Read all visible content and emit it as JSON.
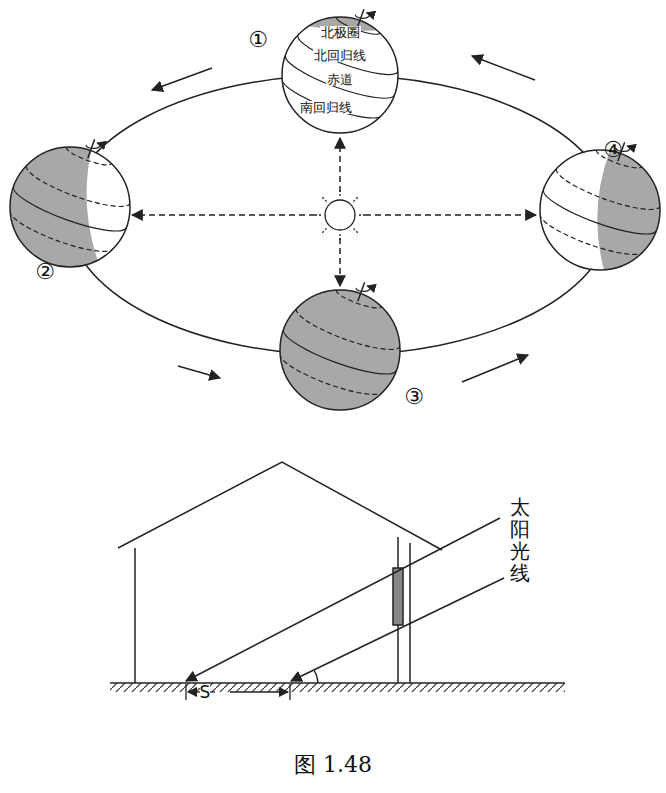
{
  "diagram": {
    "caption": "图 1.48",
    "nodes": [
      {
        "text": [
          "北极圈",
          "北回归线",
          "赤道",
          "南回归线"
        ]
      }
    ],
    "labels": [
      "①",
      "②",
      "③",
      "④",
      "太阳光线",
      "S"
    ]
  }
}
